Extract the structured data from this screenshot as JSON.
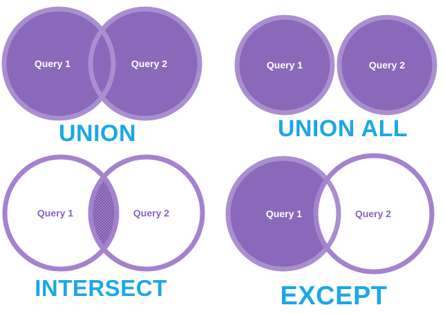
{
  "colors": {
    "background": "#ffffff",
    "circle-fill": "#8a68ba",
    "circle-stroke-filled": "#a98fd0",
    "circle-stroke-outline": "#a582ce",
    "hatch-bg": "#a78dd0",
    "hatch-line": "#7b57a8",
    "op-label": "#1ba7e8",
    "query-label-light": "#ffffff",
    "query-label-purple": "#8a60c0"
  },
  "diagrams": [
    {
      "operation": "UNION",
      "circle1_label": "Query 1",
      "circle2_label": "Query 2",
      "shading": "both circles filled, overlapping"
    },
    {
      "operation": "UNION ALL",
      "circle1_label": "Query 1",
      "circle2_label": "Query 2",
      "shading": "both circles filled, separate"
    },
    {
      "operation": "INTERSECT",
      "circle1_label": "Query 1",
      "circle2_label": "Query 2",
      "shading": "circles outlined, only overlap hatched"
    },
    {
      "operation": "EXCEPT",
      "circle1_label": "Query 1",
      "circle2_label": "Query 2",
      "shading": "left circle filled except overlap, right circle outlined"
    }
  ]
}
